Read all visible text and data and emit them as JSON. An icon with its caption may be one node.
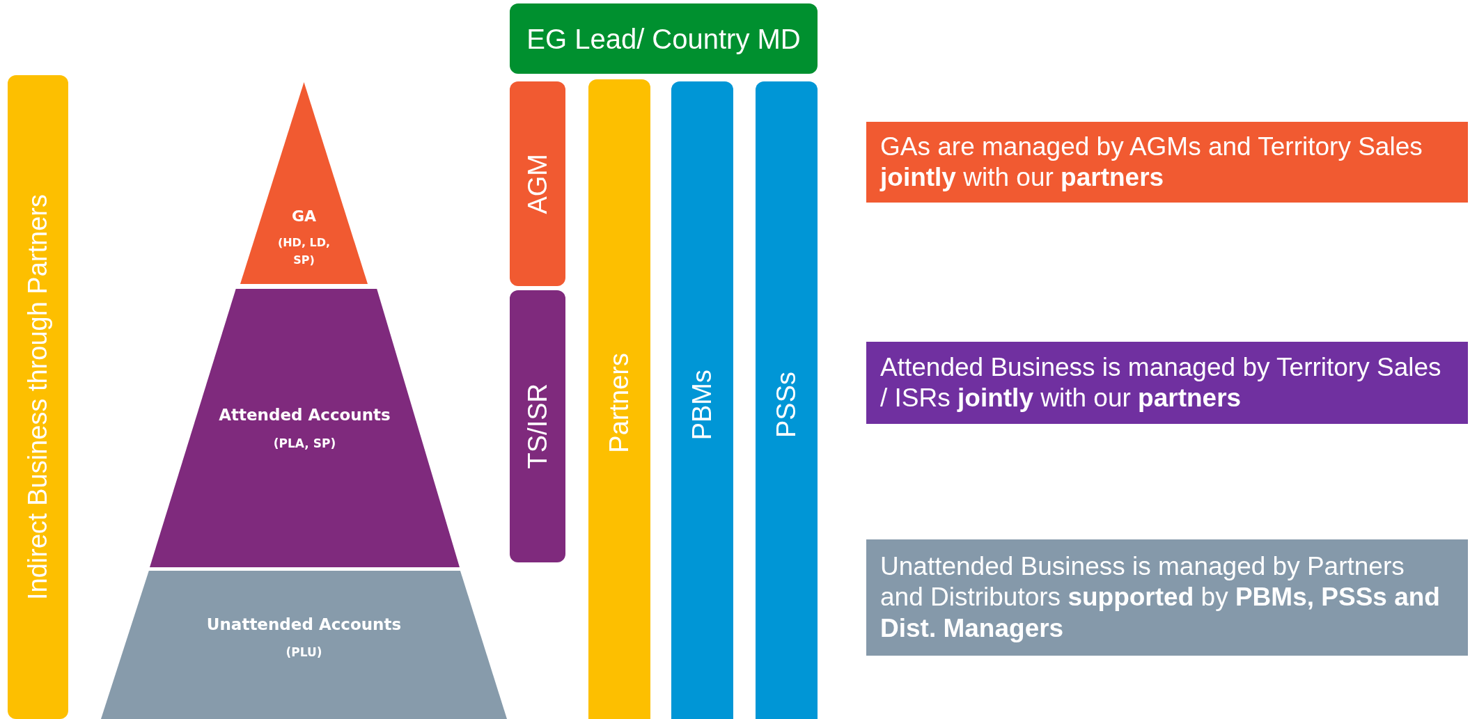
{
  "diagram": {
    "nodes": [
      {
        "text": [
          "Indirect Business through Partners"
        ]
      },
      {
        "text": [
          "GA",
          "(HD, LD, SP)"
        ]
      },
      {
        "text": [
          "Attended Accounts",
          "(PLA, SP)"
        ]
      },
      {
        "text": [
          "Unattended Accounts",
          "(PLU)"
        ]
      },
      {
        "text": [
          "EG Lead/ Country MD"
        ]
      },
      {
        "text": [
          "AGM"
        ]
      },
      {
        "text": [
          "TS/ISR"
        ]
      },
      {
        "text": [
          "Partners"
        ]
      },
      {
        "text": [
          "PBMs"
        ]
      },
      {
        "text": [
          "PSSs"
        ]
      },
      {
        "text": [
          "GAs are managed by AGMs and Territory Sales **jointly** with our **partners**"
        ]
      },
      {
        "text": [
          "Attended Business is managed by Territory Sales / ISRs **jointly** with our **partners**"
        ]
      },
      {
        "text": [
          "Unattended Business is managed by Partners and Distributors **supported** by **PBMs, PSSs and Dist. Managers**"
        ]
      }
    ]
  }
}
